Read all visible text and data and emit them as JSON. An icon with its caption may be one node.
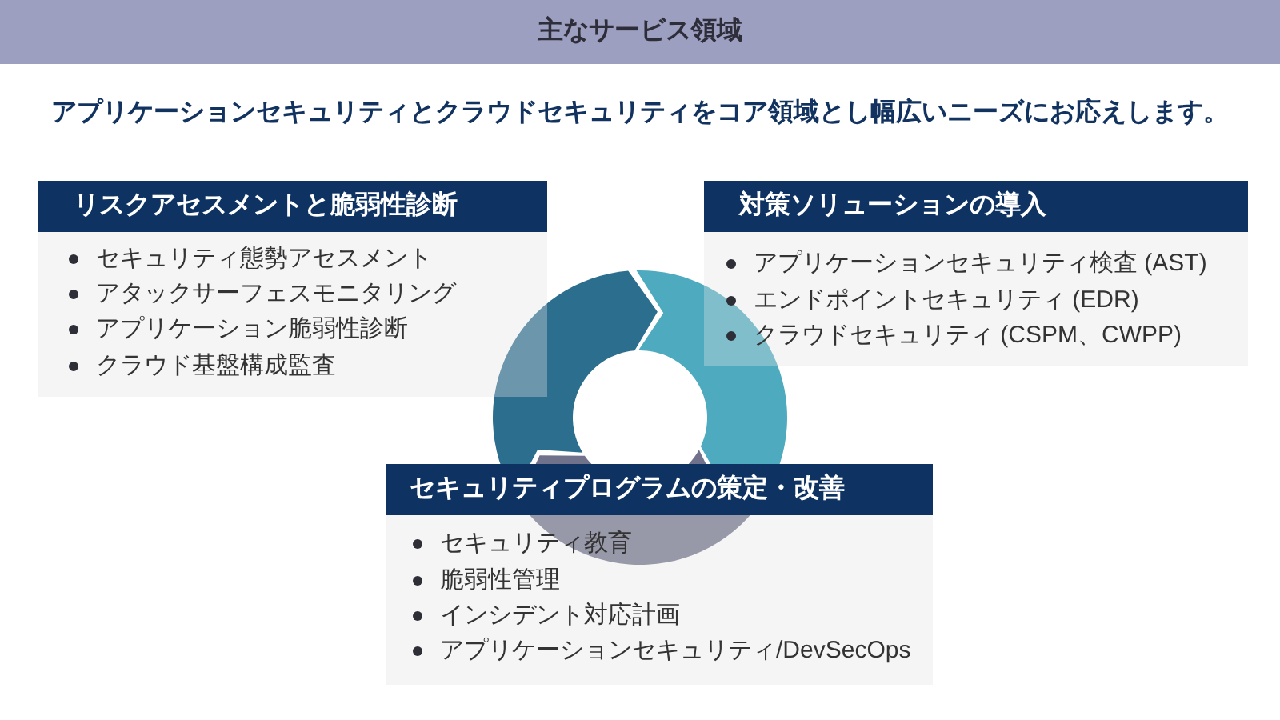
{
  "diagram": {
    "title": "主なサービス領域",
    "nodes": [
      {
        "text": [
          "リスクアセスメントと脆弱性診断",
          "セキュリティ態勢アセスメント",
          "アタックサーフェスモニタリング",
          "アプリケーション脆弱性診断",
          "クラウド基盤構成監査"
        ]
      },
      {
        "text": [
          "対策ソリューションの導入",
          "アプリケーションセキュリティ検査 (AST)",
          "エンドポイントセキュリティ (EDR)",
          "クラウドセキュリティ (CSPM、CWPP)"
        ]
      },
      {
        "text": [
          "セキュリティプログラムの策定・改善",
          "セキュリティ教育",
          "脆弱性管理",
          "インシデント対応計画",
          "アプリケーションセキュリティ/DevSecOps"
        ]
      }
    ],
    "labels": [
      "アプリケーションセキュリティとクラウドセキュリティをコア領域とし幅広いニーズにお応えします。"
    ]
  }
}
